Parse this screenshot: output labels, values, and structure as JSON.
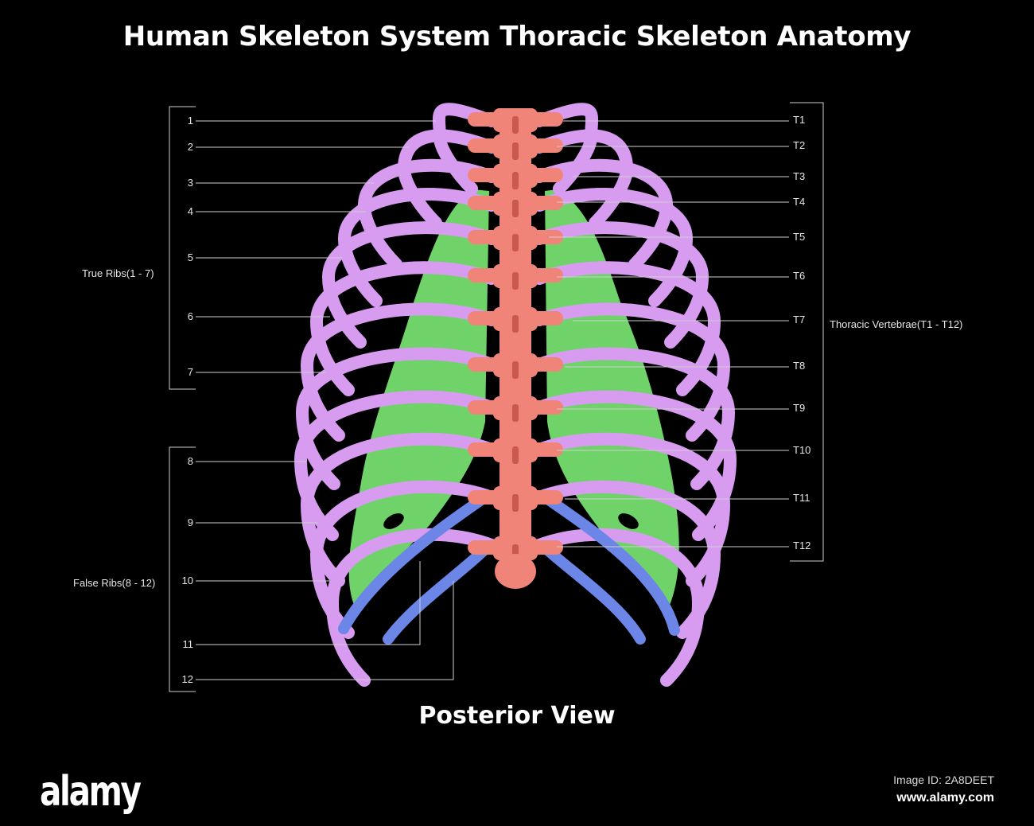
{
  "title": "Human Skeleton System Thoracic Skeleton Anatomy",
  "subtitle": "Posterior View",
  "rib_labels": [
    "1",
    "2",
    "3",
    "4",
    "5",
    "6",
    "7",
    "8",
    "9",
    "10",
    "11",
    "12"
  ],
  "vertebra_labels": [
    "T1",
    "T2",
    "T3",
    "T4",
    "T5",
    "T6",
    "T7",
    "T8",
    "T9",
    "T10",
    "T11",
    "T12"
  ],
  "groups": {
    "true_ribs": "True Ribs(1 - 7)",
    "false_ribs": "False Ribs(8 - 12)",
    "thoracic_vertebrae": "Thoracic Vertebrae(T1 - T12)"
  },
  "footer": {
    "logo": "alamy",
    "image_id": "Image ID: 2A8DEET",
    "url": "www.alamy.com"
  },
  "colors": {
    "background": "#000000",
    "true_ribs": "#d79cf0",
    "false_ribs_blue": "#6b86e6",
    "cartilage": "#6fd36a",
    "vertebrae": "#f08478",
    "leader_lines": "#cfcfcf"
  }
}
